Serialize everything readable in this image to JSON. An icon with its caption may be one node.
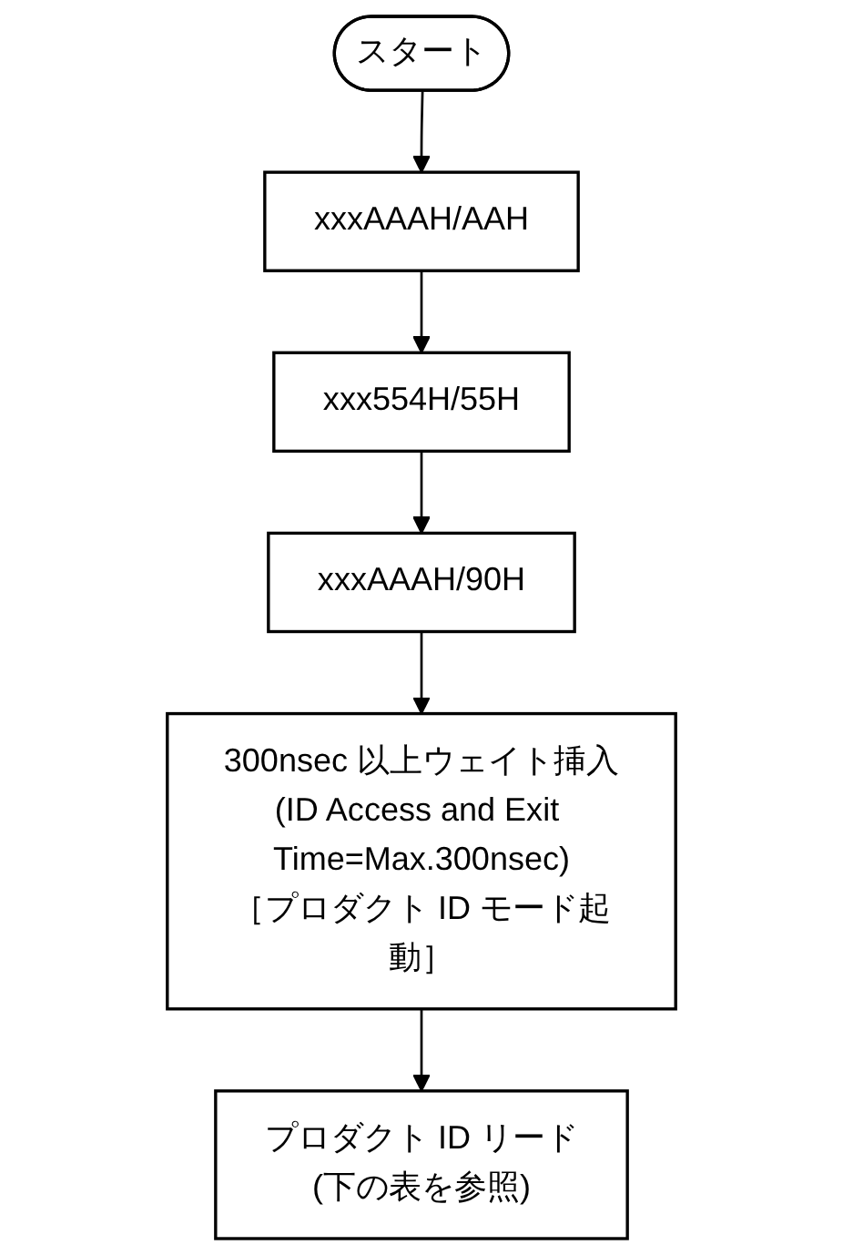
{
  "diagram": {
    "nodes": [
      {
        "text": [
          "スタート"
        ]
      },
      {
        "text": [
          "xxxAAAH/AAH"
        ]
      },
      {
        "text": [
          "xxx554H/55H"
        ]
      },
      {
        "text": [
          "xxxAAAH/90H"
        ]
      },
      {
        "text": [
          "300nsec 以上ウェイト挿入",
          "(ID Access and Exit Time=Max.300nsec)",
          "［プロダクト ID モード起動］"
        ]
      },
      {
        "text": [
          "プロダクト ID リード",
          "(下の表を参照)"
        ]
      }
    ],
    "edges": [
      {
        "from": 0,
        "to": 1,
        "arrow": "to"
      },
      {
        "from": 1,
        "to": 2,
        "arrow": "to"
      },
      {
        "from": 2,
        "to": 3,
        "arrow": "to"
      },
      {
        "from": 3,
        "to": 4,
        "arrow": "to"
      },
      {
        "from": 4,
        "to": 5,
        "arrow": "to"
      }
    ]
  }
}
